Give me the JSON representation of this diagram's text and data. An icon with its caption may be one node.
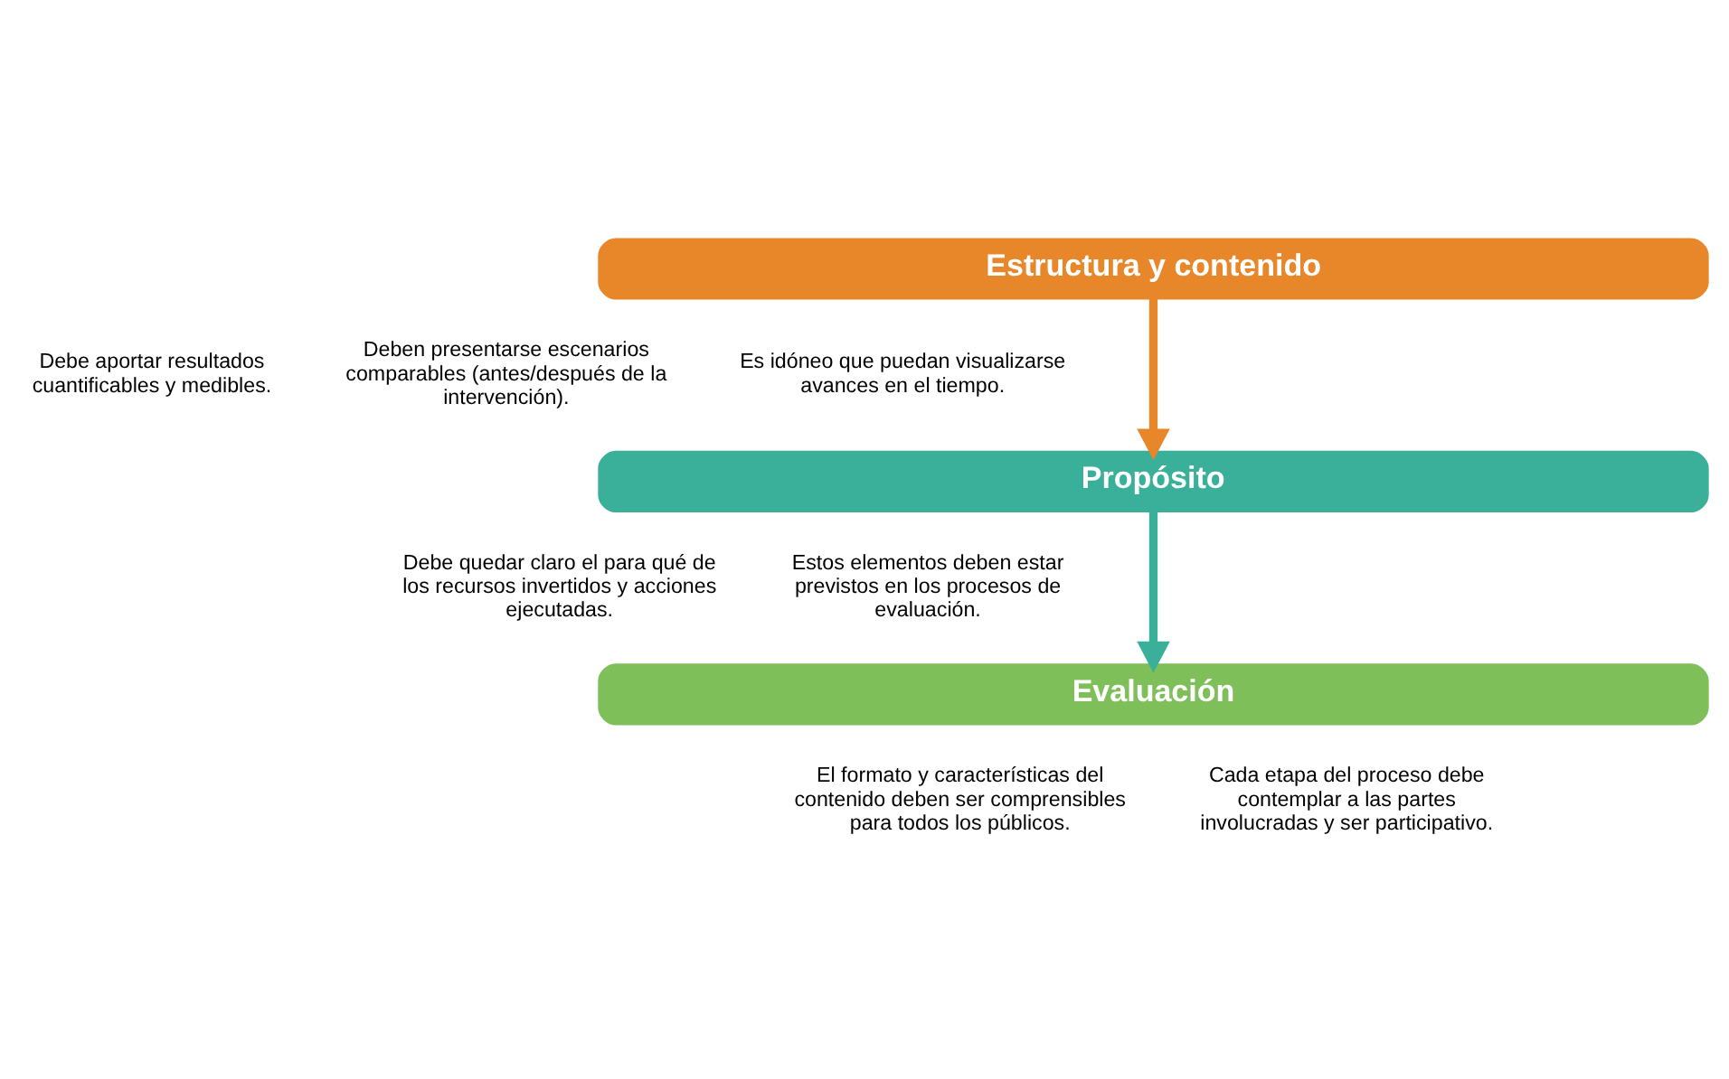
{
  "diagram": {
    "nodes": [
      {
        "text": [
          "Estructura y contenido"
        ],
        "beside": [
          "Debe aportar resultados cuantificables y medibles.",
          "Deben presentarse escenarios comparables (antes/después de la intervención).",
          "Es idóneo que puedan visualizarse avances en el tiempo."
        ]
      },
      {
        "text": [
          "Propósito"
        ],
        "beside": [
          "Debe quedar claro el para qué de los recursos invertidos y acciones ejecutadas.",
          "Estos elementos deben estar previstos en los procesos de evaluación."
        ]
      },
      {
        "text": [
          "Evaluación"
        ],
        "beside": [
          "El formato y características del contenido deben ser comprensibles para todos los públicos.",
          "Cada etapa del proceso debe contemplar a las partes involucradas y ser participativo."
        ]
      }
    ],
    "edges": [
      {
        "from": 0,
        "to": 1,
        "arrow": "to",
        "color": "#e8862a"
      },
      {
        "from": 1,
        "to": 2,
        "arrow": "to",
        "color": "#3aaf9a"
      }
    ]
  }
}
